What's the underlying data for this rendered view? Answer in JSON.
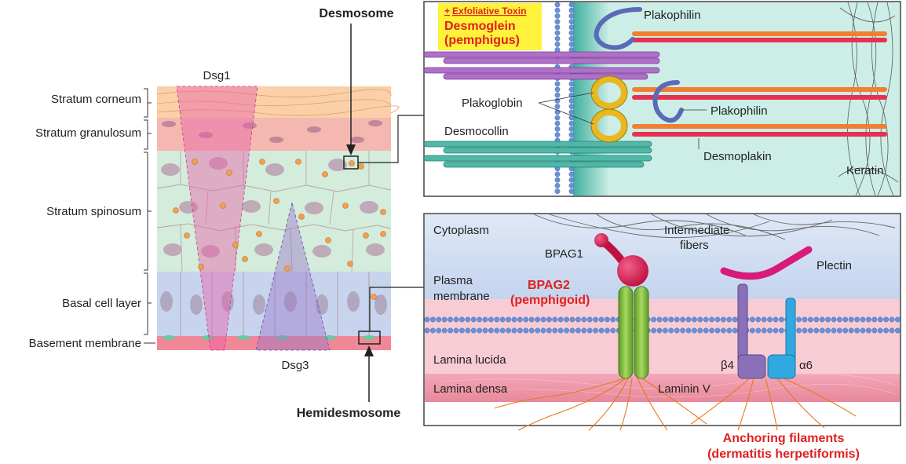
{
  "skin_layers": {
    "stratum_corneum": "Stratum corneum",
    "stratum_granulosum": "Stratum granulosum",
    "stratum_spinosum": "Stratum spinosum",
    "basal_cell_layer": "Basal cell layer",
    "basement_membrane": "Basement membrane",
    "dsg1": "Dsg1",
    "dsg3": "Dsg3"
  },
  "callouts": {
    "desmosome": "Desmosome",
    "hemidesmosome": "Hemidesmosome"
  },
  "desmosome_panel": {
    "toxin_prefix": "+",
    "toxin": "Exfoliative Toxin",
    "desmoglein_line1": "Desmoglein",
    "desmoglein_line2": "(pemphigus)",
    "plakophilin_top": "Plakophilin",
    "plakophilin_mid": "Plakophilin",
    "plakoglobin": "Plakoglobin",
    "desmocollin": "Desmocollin",
    "desmoplakin": "Desmoplakin",
    "keratin": "Keratin"
  },
  "hemidesmosome_panel": {
    "cytoplasm": "Cytoplasm",
    "intermediate_fibers_line1": "Intermediate",
    "intermediate_fibers_line2": "fibers",
    "bpag1": "BPAG1",
    "bpag2_line1": "BPAG2",
    "bpag2_line2": "(pemphigoid)",
    "plectin": "Plectin",
    "plasma_membrane_line1": "Plasma",
    "plasma_membrane_line2": "membrane",
    "lamina_lucida": "Lamina lucida",
    "lamina_densa": "Lamina densa",
    "beta4": "β4",
    "alpha6": "α6",
    "laminin_v": "Laminin V",
    "anchoring_line1": "Anchoring filaments",
    "anchoring_line2": "(dermatitis herpetiformis)"
  },
  "colors": {
    "desmoglein_purple": "#b070c8",
    "desmocollin_teal": "#4fb8a8",
    "plakoglobin_gold": "#e8b820",
    "plakophilin_blue": "#5a6ab8",
    "keratin_gray": "#555555",
    "bpag2_green": "#7cbf3a",
    "bpag1_red": "#d81a52",
    "beta4_purple": "#8a70b8",
    "alpha6_blue": "#30a8e0",
    "anchoring_orange": "#e87818",
    "label_red": "#e02020",
    "toxin_box_yellow": "#fff23a"
  }
}
